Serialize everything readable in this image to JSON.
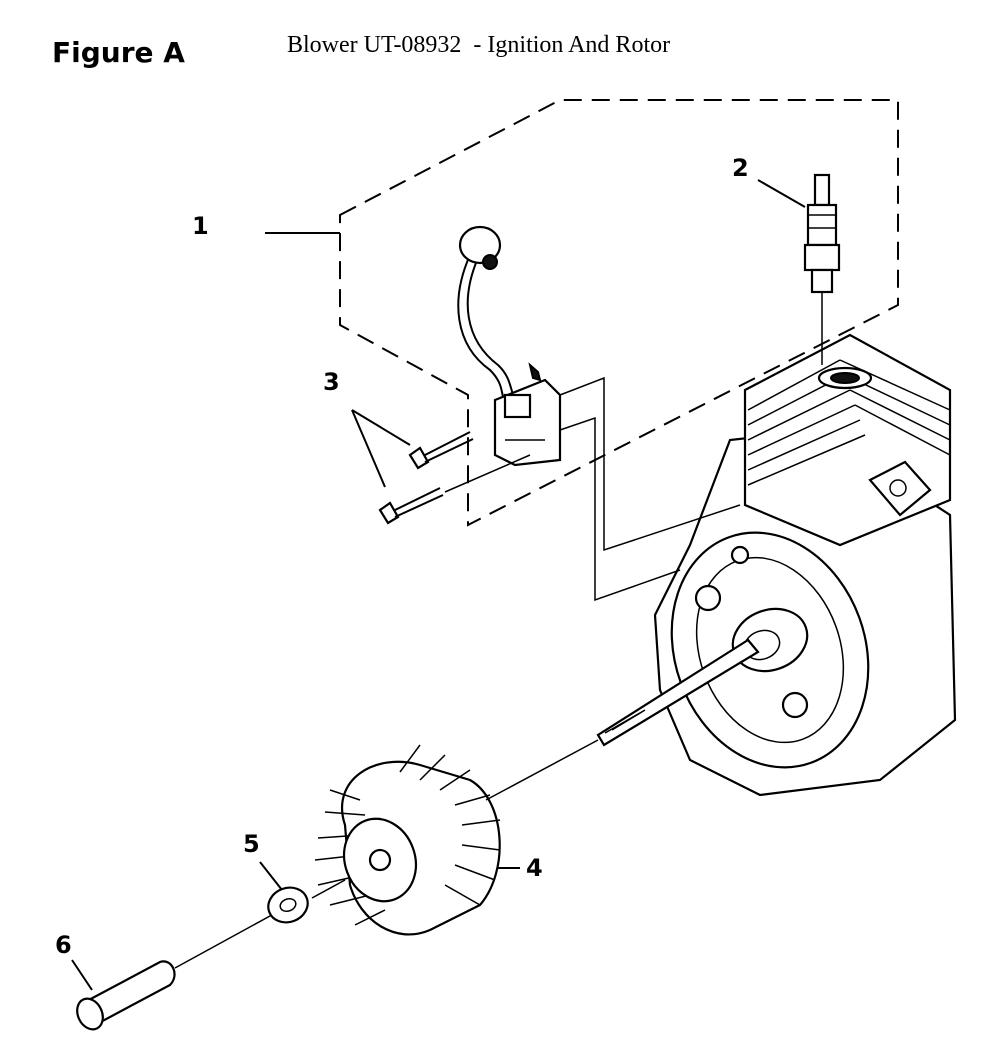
{
  "header": {
    "figure_label": "Figure A",
    "title": "Blower UT-08932  - Ignition And Rotor"
  },
  "callouts": {
    "c1": "1",
    "c2": "2",
    "c3": "3",
    "c4": "4",
    "c5": "5",
    "c6": "6"
  },
  "icons": {
    "engine": "engine-block-icon",
    "coil": "ignition-coil-icon",
    "spark_plug": "spark-plug-icon",
    "flywheel": "flywheel-rotor-icon",
    "washer": "washer-icon",
    "nut": "nut-icon",
    "screws": "screw-icon"
  },
  "colors": {
    "ink": "#000000",
    "background": "#ffffff"
  }
}
